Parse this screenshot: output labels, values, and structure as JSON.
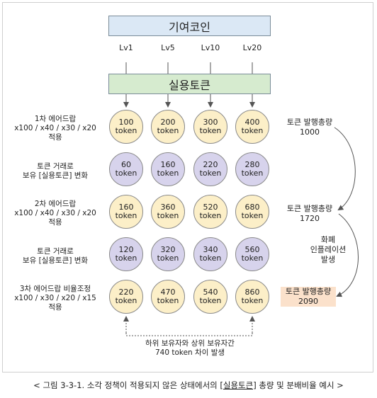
{
  "coin_label": "기여코인",
  "token_label": "실용토큰",
  "levels": [
    "Lv1",
    "Lv5",
    "Lv10",
    "Lv20"
  ],
  "rows": [
    {
      "label": [
        "1차 에어드랍",
        "x100 / x40 / x30 / x20",
        "적용"
      ],
      "kind": "air",
      "values": [
        "100",
        "200",
        "300",
        "400"
      ]
    },
    {
      "label": [
        "토큰 거래로",
        "보유 [실용토큰] 변화"
      ],
      "kind": "trade",
      "values": [
        "60",
        "160",
        "220",
        "280"
      ]
    },
    {
      "label": [
        "2차 에어드랍",
        "x100 / x40 / x30 / x20",
        "적용"
      ],
      "kind": "air",
      "values": [
        "160",
        "360",
        "520",
        "680"
      ]
    },
    {
      "label": [
        "토큰 거래로",
        "보유 [실용토큰] 변화"
      ],
      "kind": "trade",
      "values": [
        "120",
        "320",
        "340",
        "560"
      ]
    },
    {
      "label": [
        "3차 에어드랍 비율조정",
        "x100 / x30 / x20 / x15",
        "적용"
      ],
      "kind": "air",
      "values": [
        "220",
        "470",
        "540",
        "860"
      ]
    }
  ],
  "unit": "token",
  "supply": [
    {
      "label": "토큰 발행총량",
      "value": "1000"
    },
    {
      "label": "토큰 발행총량",
      "value": "1720"
    },
    {
      "label": "토큰 발행총량",
      "value": "2090"
    }
  ],
  "inflation": [
    "화폐",
    "인플레이션",
    "발생"
  ],
  "gap_note": [
    "하위 보유자와 상위 보유자간",
    "740 token 차이 발생"
  ],
  "caption": {
    "prefix": "< 그림 3-3-1. 소각 정책이 적용되지 않은 상태에서의 ",
    "underlined": "[실용토큰]",
    "suffix": " 총량 및 분배비율 예시 >"
  }
}
